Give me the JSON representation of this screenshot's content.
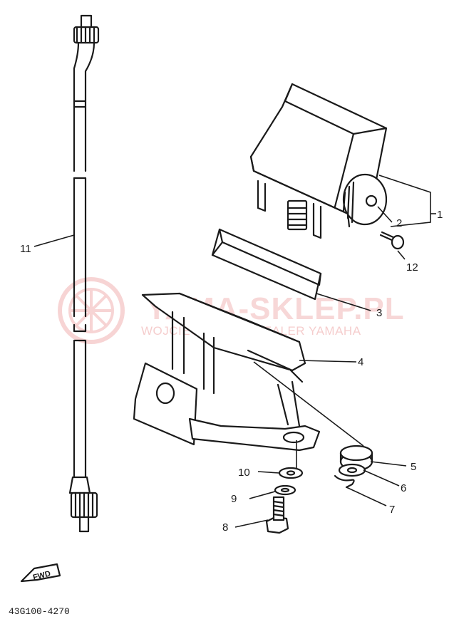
{
  "watermark": {
    "title": "YAMA-SKLEP.PL",
    "subtitle": "WOJCIECHOWSKI DEALER YAMAHA"
  },
  "callouts": [
    {
      "num": "1"
    },
    {
      "num": "2"
    },
    {
      "num": "3"
    },
    {
      "num": "4"
    },
    {
      "num": "5"
    },
    {
      "num": "6"
    },
    {
      "num": "7"
    },
    {
      "num": "8"
    },
    {
      "num": "9"
    },
    {
      "num": "10"
    },
    {
      "num": "11"
    },
    {
      "num": "12"
    }
  ],
  "fwd_label": "FWD",
  "diagram_code": "43G100-4270"
}
